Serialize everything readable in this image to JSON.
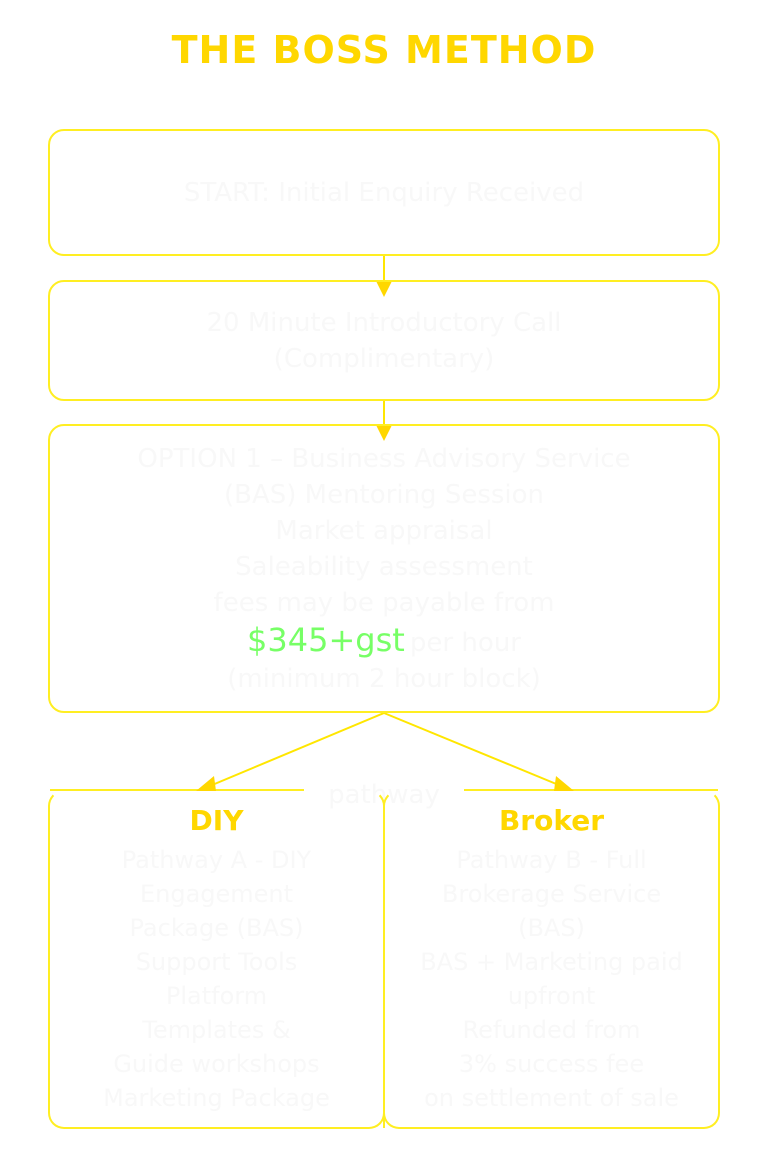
{
  "title": "THE BOSS METHOD",
  "steps": {
    "start": "START: Initial Enquiry Received",
    "intro_call": [
      "20 Minute Introductory Call",
      "(Complimentary)"
    ],
    "option1": {
      "lines": [
        "OPTION 1 – Business Advisory Service",
        "(BAS) Mentoring Session",
        "Market appraisal",
        "Saleability assessment",
        "fees may be payable from"
      ],
      "price": "$345+gst",
      "price_suffix": "per hour",
      "last_line": "(minimum 2 hour block)"
    }
  },
  "pathway_label": "pathway",
  "diy": {
    "heading": "DIY",
    "lines": [
      "Pathway A - DIY",
      "Engagement",
      "Package (BAS)",
      "Support Tools",
      "Platform",
      "Templates &",
      "Guide workshops",
      "Marketing Package"
    ]
  },
  "broker": {
    "heading": "Broker",
    "lines": [
      "Pathway B - Full",
      "Brokerage Service",
      "(BAS)",
      "BAS + Marketing paid",
      "upfront",
      "Refunded from",
      "3% success fee",
      "on settlement of sale"
    ]
  },
  "colors": {
    "title": "#FFD700",
    "border": "#FFEE22",
    "price": "#77FF66"
  }
}
